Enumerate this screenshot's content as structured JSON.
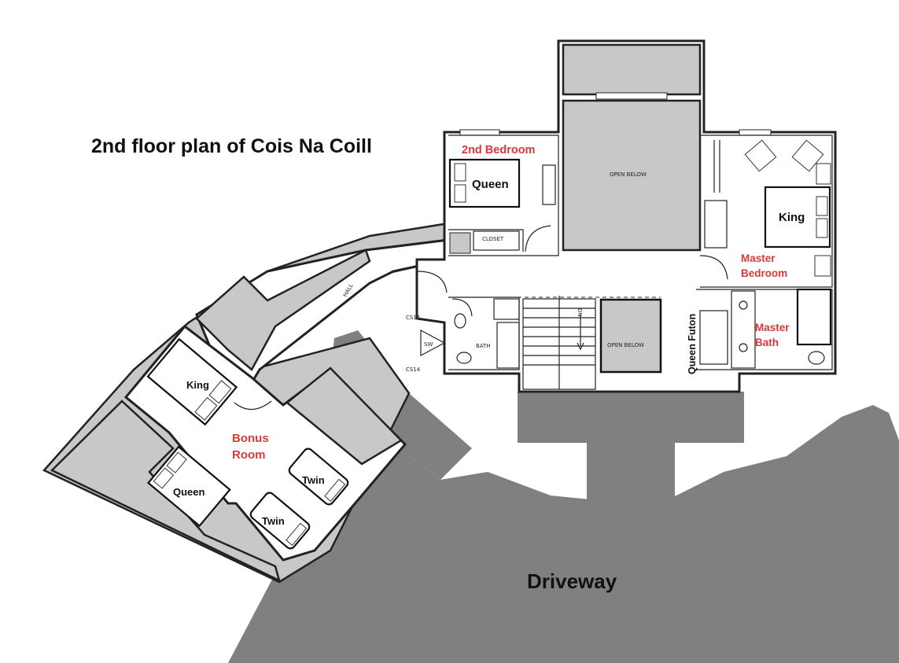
{
  "plan": {
    "title": "2nd floor plan of Cois Na Coill",
    "rooms": {
      "second_bedroom": "2nd Bedroom",
      "master_bedroom_line1": "Master",
      "master_bedroom_line2": "Bedroom",
      "master_bath_line1": "Master",
      "master_bath_line2": "Bath",
      "bonus_room_line1": "Bonus",
      "bonus_room_line2": "Room"
    },
    "beds": {
      "second_bedroom_queen": "Queen",
      "master_king": "King",
      "queen_futon": "Queen Futon",
      "bonus_king": "King",
      "bonus_queen": "Queen",
      "bonus_twin_1": "Twin",
      "bonus_twin_2": "Twin"
    },
    "annotations": {
      "open_below_top": "OPEN BELOW",
      "open_below_stair": "OPEN BELOW",
      "closet": "CLOSET",
      "bath": "BATH",
      "hall": "HALL",
      "stair_dn": "DN",
      "cs14_top": "CS14",
      "cs14_bottom": "CS14",
      "sw": "SW"
    },
    "driveway": "Driveway",
    "colors": {
      "room_label_red": "#d63a3a",
      "driveway_grey": "#808080",
      "roof_grey": "#c8c8c8"
    }
  }
}
